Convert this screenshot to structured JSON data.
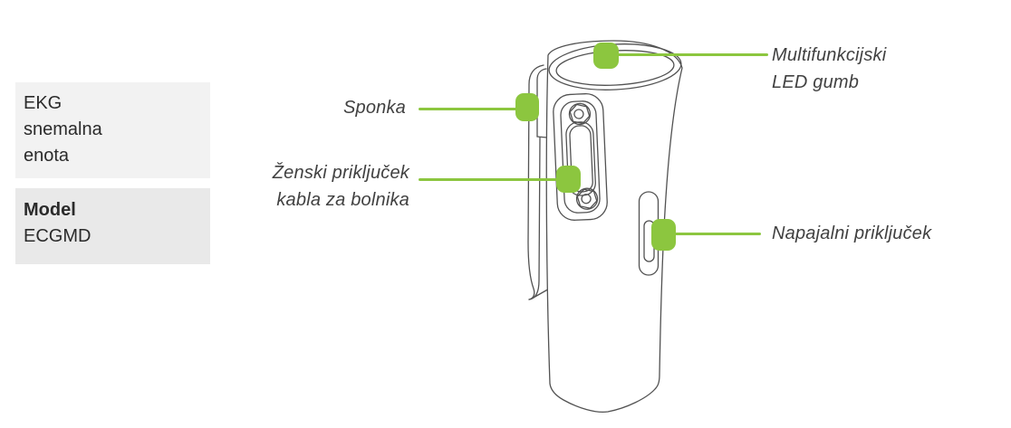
{
  "colors": {
    "accent_green": "#8cc63f",
    "unit_box_bg": "#f2f2f2",
    "model_box_bg": "#e9e9e9",
    "box_text": "#2b2b2b",
    "label_text": "#414141",
    "line_art": "#525252"
  },
  "info_boxes": {
    "unit": {
      "text": "EKG\nsnemalna\nenota"
    },
    "model": {
      "label": "Model",
      "value": "ECGMD"
    }
  },
  "callouts": [
    {
      "id": "sponka",
      "label": "Sponka"
    },
    {
      "id": "zenski-prikljucek",
      "label": "Ženski priključek\nkabla za bolnika"
    },
    {
      "id": "multifunkcijski-led-gumb",
      "label": "Multifunkcijski\nLED gumb"
    },
    {
      "id": "napajalni-prikljucek",
      "label": "Napajalni priključek"
    }
  ]
}
